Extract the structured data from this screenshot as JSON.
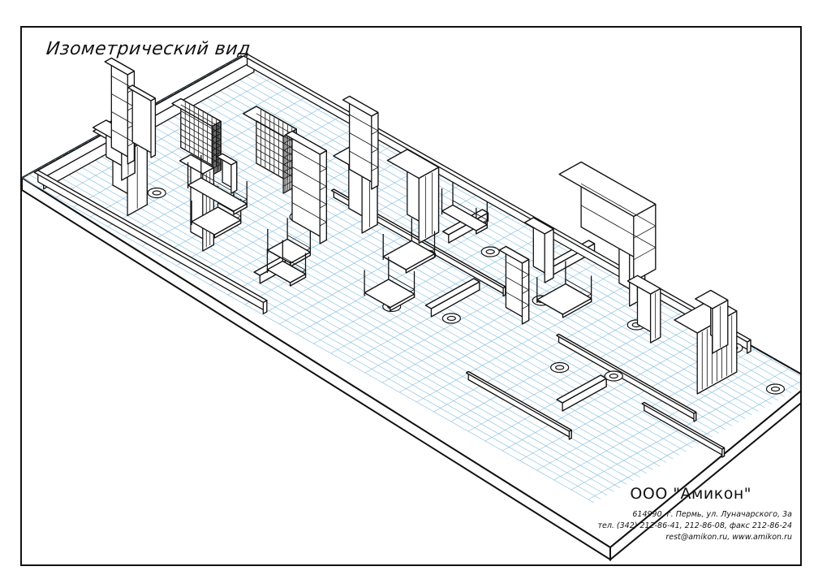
{
  "drawing": {
    "title": "Изометрический вид"
  },
  "company": {
    "name": "ООО \"Амикон\"",
    "address": "614990, г. Пермь, ул. Луначарского, 3а",
    "phone": "тел. (342) 212-86-41, 212-86-08, факс 212-86-24",
    "contacts": "rest@amikon.ru, www.amikon.ru"
  }
}
